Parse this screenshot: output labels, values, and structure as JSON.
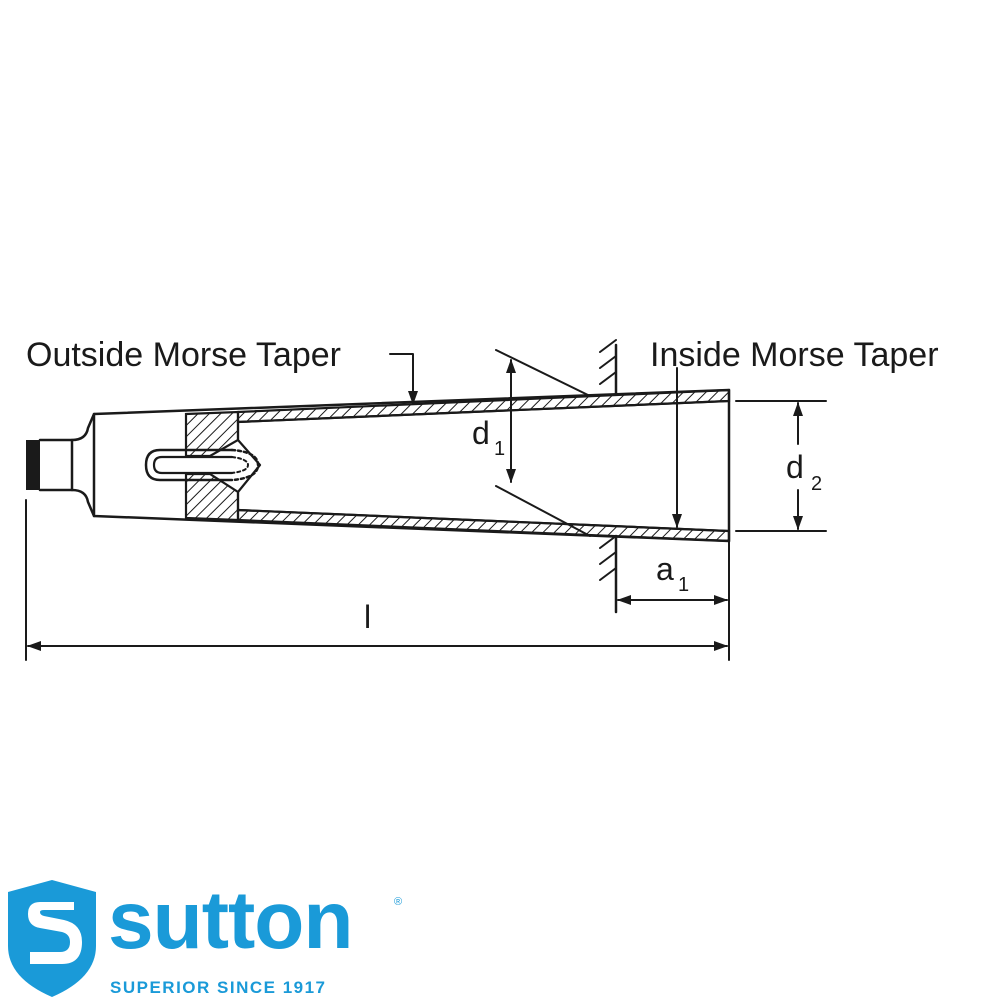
{
  "labels": {
    "outside": "Outside Morse Taper",
    "inside": "Inside Morse Taper",
    "d1_main": "d",
    "d1_sub": "1",
    "d2_main": "d",
    "d2_sub": "2",
    "a1_main": "a",
    "a1_sub": "1",
    "l": "l"
  },
  "brand": {
    "name": "sutton",
    "registered": "®",
    "tagline": "SUPERIOR SINCE 1917",
    "color": "#1a9ad8"
  },
  "colors": {
    "line": "#1a1a1a",
    "background": "#ffffff"
  }
}
